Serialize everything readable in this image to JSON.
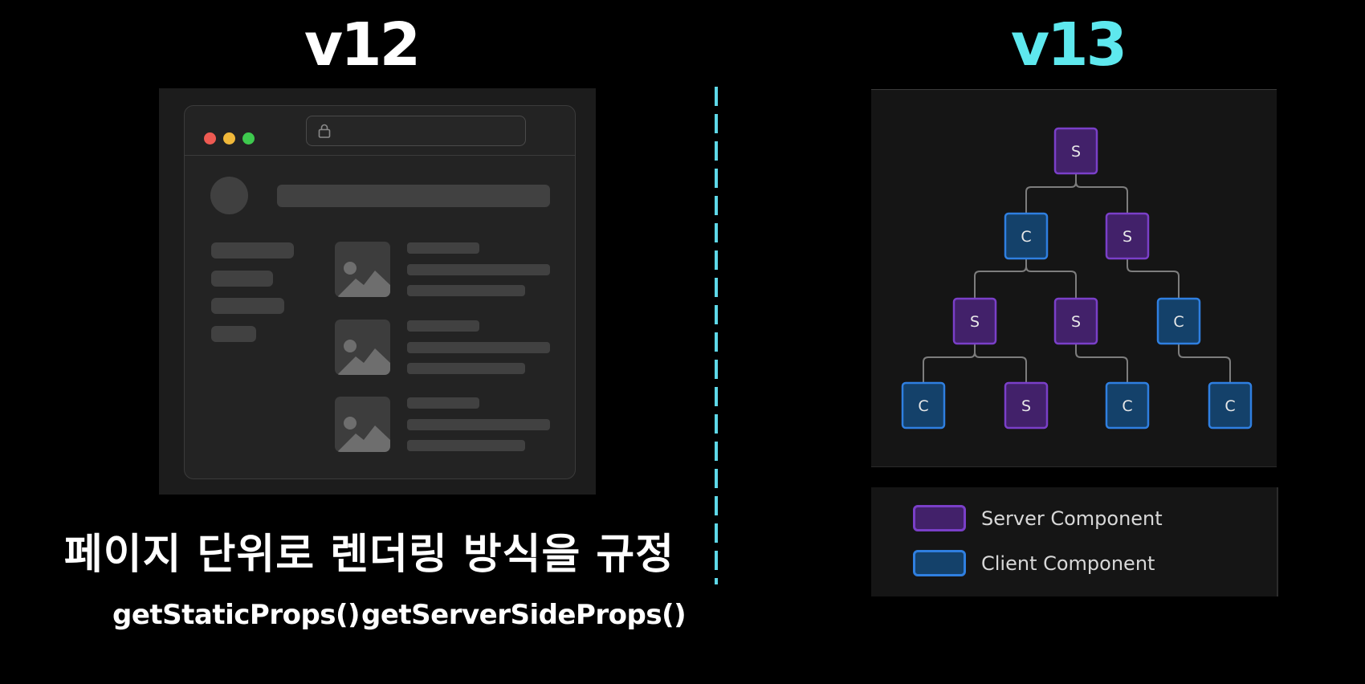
{
  "left": {
    "version": "v12",
    "caption": "페이지 단위로 렌더링 방식을 규정",
    "functions": [
      "getStaticProps()",
      "getServerSideProps()"
    ]
  },
  "right": {
    "version": "v13",
    "legend": [
      {
        "label": "Server Component",
        "letter": "S",
        "fill": "#42216a",
        "stroke": "#7a3fc8"
      },
      {
        "label": "Client Component",
        "letter": "C",
        "fill": "#14416a",
        "stroke": "#2f7fe0"
      }
    ],
    "tree": {
      "level1": [
        "S"
      ],
      "level2": [
        "C",
        "S"
      ],
      "level3": [
        "S",
        "S",
        "C"
      ],
      "level4": [
        "C",
        "S",
        "C",
        "C"
      ]
    }
  },
  "colors": {
    "background": "#000000",
    "accent": "#5ee8ee",
    "divider": "#5ed8e8"
  }
}
